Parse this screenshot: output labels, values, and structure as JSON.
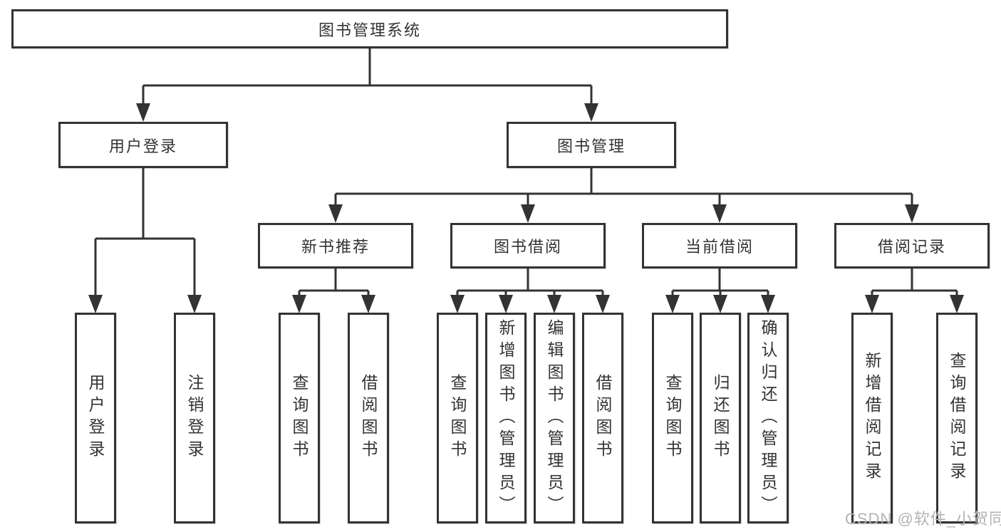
{
  "diagram": {
    "root": {
      "label": "图书管理系统"
    },
    "level2": [
      {
        "label": "用户登录"
      },
      {
        "label": "图书管理"
      }
    ],
    "categories": [
      {
        "label": "新书推荐"
      },
      {
        "label": "图书借阅"
      },
      {
        "label": "当前借阅"
      },
      {
        "label": "借阅记录"
      }
    ],
    "leaves": {
      "user": [
        {
          "label": "用户登录"
        },
        {
          "label": "注销登录"
        }
      ],
      "recommend": [
        {
          "label": "查询图书"
        },
        {
          "label": "借阅图书"
        }
      ],
      "borrow": [
        {
          "label": "查询图书"
        },
        {
          "label": "新增图书（管理员）"
        },
        {
          "label": "编辑图书（管理员）"
        },
        {
          "label": "借阅图书"
        }
      ],
      "current": [
        {
          "label": "查询图书"
        },
        {
          "label": "归还图书"
        },
        {
          "label": "确认归还（管理员）"
        }
      ],
      "records": [
        {
          "label": "新增借阅记录"
        },
        {
          "label": "查询借阅记录"
        }
      ]
    }
  },
  "watermark": {
    "text": "CSDN @软件_小贺同学"
  },
  "colors": {
    "line": "#333333",
    "border": "#333333",
    "text": "#333333",
    "background": "#ffffff",
    "watermark": "#b3b3b3"
  }
}
